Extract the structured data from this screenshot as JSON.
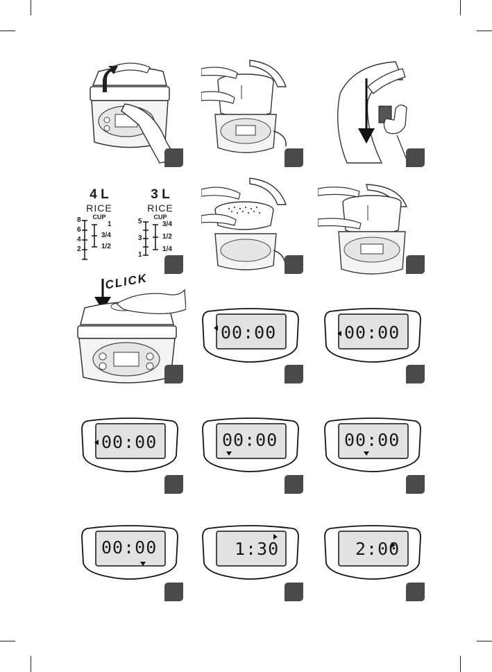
{
  "click_label": "CLICK",
  "scale_4l": {
    "capacity": "4 L",
    "grain": "RICE",
    "unit": "CUP",
    "left_marks": [
      "8",
      "6",
      "4",
      "2"
    ],
    "right_marks": [
      "1",
      "3/4",
      "1/2"
    ]
  },
  "scale_3l": {
    "capacity": "3 L",
    "grain": "RICE",
    "unit": "CUP",
    "left_marks": [
      "5",
      "3",
      "1"
    ],
    "right_marks": [
      "3/4",
      "1/2",
      "1/4"
    ]
  },
  "displays": [
    {
      "time": "00:00",
      "indicator": "left-top"
    },
    {
      "time": "00:00",
      "indicator": "left-middle"
    },
    {
      "time": "00:00",
      "indicator": "left-middle"
    },
    {
      "time": "00:00",
      "indicator": "bottom-left"
    },
    {
      "time": "00:00",
      "indicator": "bottom-center"
    },
    {
      "time": "00:00",
      "indicator": "bottom-right"
    },
    {
      "time": "1:30",
      "indicator": "right-top"
    },
    {
      "time": "2:00",
      "indicator": "right-middle"
    }
  ]
}
